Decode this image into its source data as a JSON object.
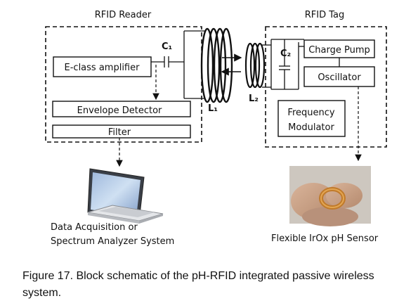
{
  "reader": {
    "title": "RFID Reader",
    "amplifier": "E-class amplifier",
    "envelope": "Envelope Detector",
    "filter": "Filter",
    "c1": "C₁",
    "l1": "L₁"
  },
  "tag": {
    "title": "RFID Tag",
    "charge_pump": "Charge Pump",
    "oscillator": "Oscillator",
    "freq_line1": "Frequency",
    "freq_line2": "Modulator",
    "c2": "C₂",
    "l2": "L₂"
  },
  "laptop_caption": {
    "line1": "Data Acquisition or",
    "line2": "Spectrum Analyzer System"
  },
  "sensor_caption": "Flexible IrOx pH Sensor",
  "caption": {
    "figure_label": "Figure 17.",
    "text": " Block schematic of the pH-RFID integrated passive wireless system."
  }
}
